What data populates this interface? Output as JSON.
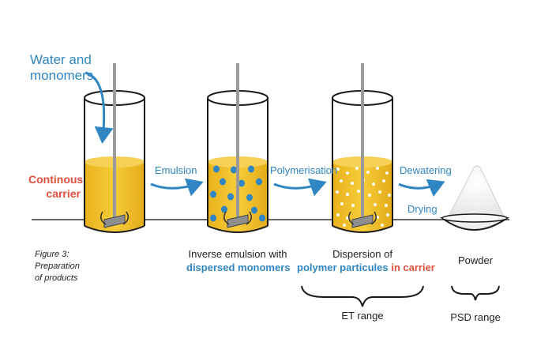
{
  "inputs": {
    "line1": "Water and",
    "line2": "monomers"
  },
  "carrier": {
    "line1": "Continous",
    "line2": "carrier"
  },
  "steps": {
    "emulsion": "Emulsion",
    "polymerisation": "Polymerisation",
    "dewatering": "Dewatering",
    "drying": "Drying"
  },
  "captions": {
    "inverse": {
      "line1": "Inverse emulsion with",
      "line2": "dispersed monomers"
    },
    "dispersion": {
      "line1": "Dispersion of",
      "line2a": "polymer particules",
      "line2b": " in carrier"
    },
    "powder": "Powder"
  },
  "ranges": {
    "et": "ET range",
    "psd": "PSD range"
  },
  "figure": {
    "line1": "Figure 3:",
    "line2": "Preparation",
    "line3": "of products"
  },
  "colors": {
    "liquid": "#f2c12e",
    "blue": "#2f86c2",
    "red": "#e2503b",
    "outline": "#1a1a1a",
    "rod": "#9a9a9a"
  }
}
